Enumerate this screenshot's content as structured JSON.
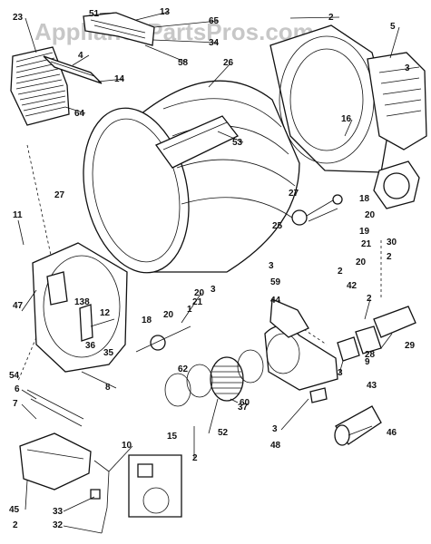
{
  "watermark": "AppliancePartsPros.com",
  "callouts": [
    "51",
    "13",
    "65",
    "34",
    "58",
    "23",
    "4",
    "14",
    "64",
    "26",
    "53",
    "2",
    "5",
    "3",
    "16",
    "27",
    "27",
    "18",
    "20",
    "19",
    "21",
    "25",
    "20",
    "11",
    "30",
    "2",
    "3",
    "2",
    "138",
    "59",
    "44",
    "42",
    "2",
    "47",
    "12",
    "36",
    "35",
    "18",
    "20",
    "1",
    "21",
    "20",
    "3",
    "29",
    "28",
    "9",
    "54",
    "6",
    "7",
    "62",
    "60",
    "8",
    "52",
    "37",
    "2",
    "3",
    "43",
    "46",
    "10",
    "15",
    "3",
    "48",
    "45",
    "33",
    "2",
    "32"
  ]
}
